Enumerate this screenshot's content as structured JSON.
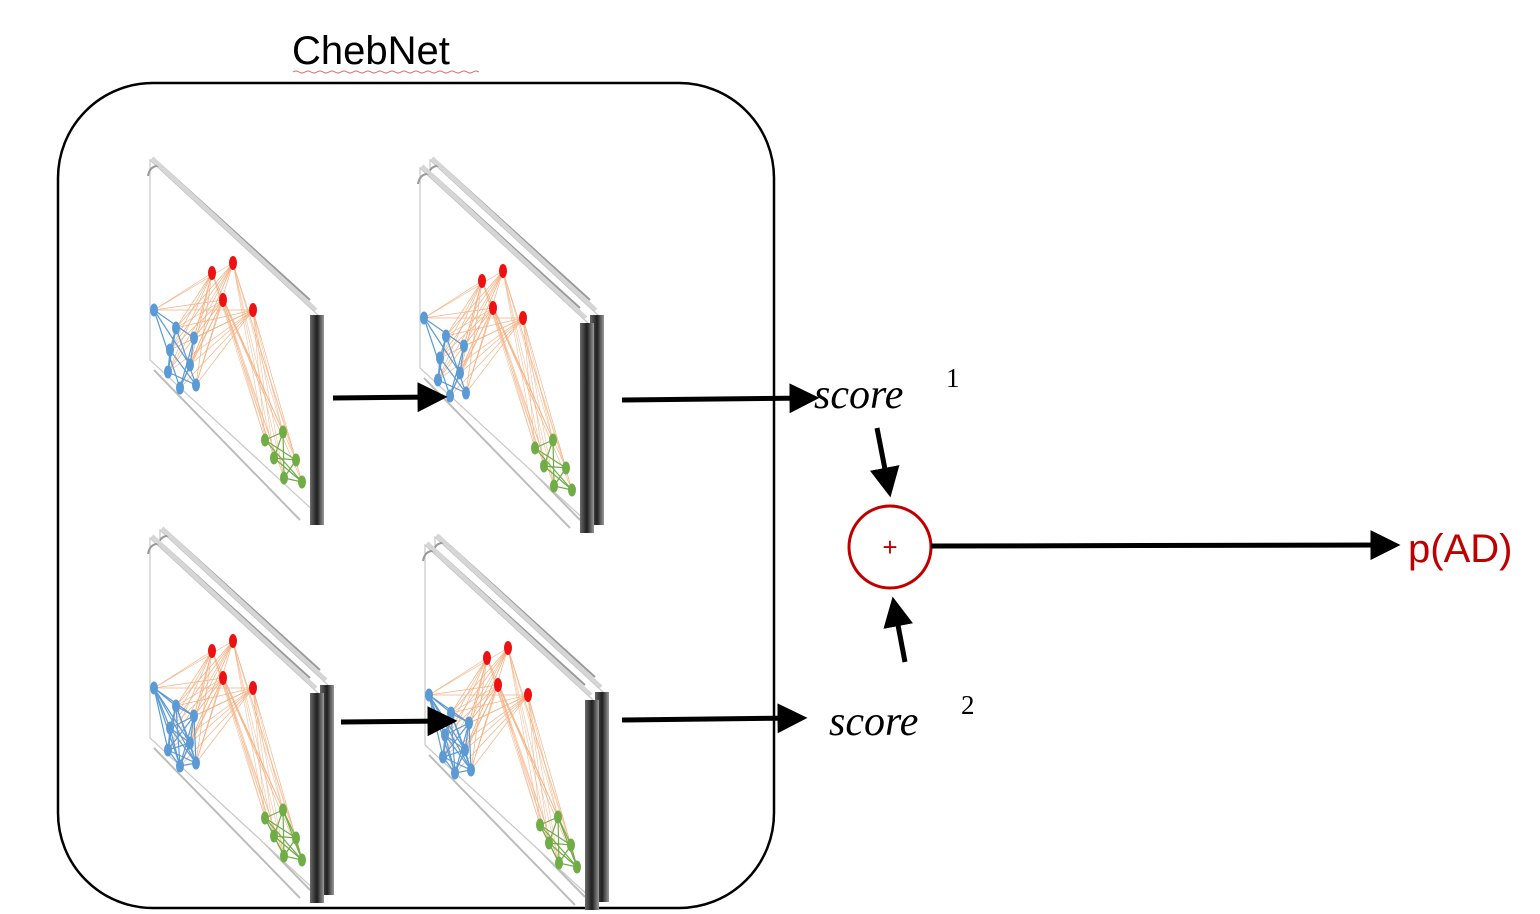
{
  "title": "ChebNet",
  "score1": {
    "base": "score",
    "sup": "1"
  },
  "score2": {
    "base": "score",
    "sup": "2"
  },
  "sum_symbol": "+",
  "output": "p(AD)",
  "colors": {
    "accent": "#c00000",
    "node_red": "#ee1111",
    "node_blue": "#5b9bd5",
    "node_green": "#70ad47",
    "edge_orange": "#f4b183",
    "arrow": "#000000"
  }
}
